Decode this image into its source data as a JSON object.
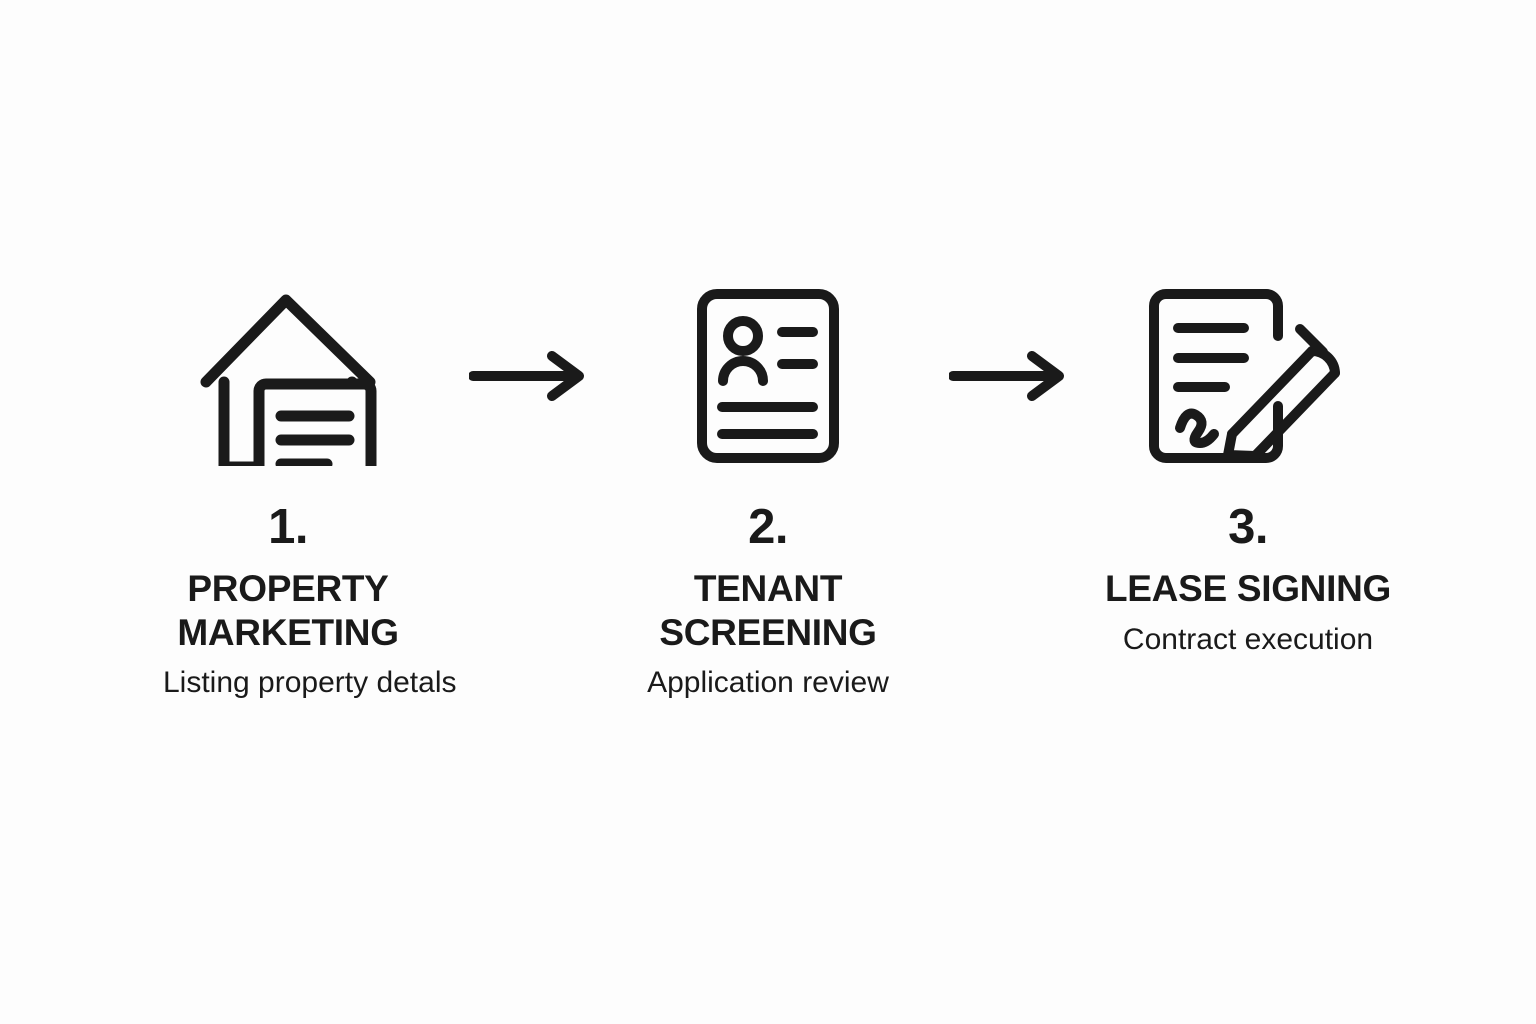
{
  "diagram": {
    "title": "Rental process three step flow",
    "background_color": "#fdfdfd",
    "ink_color": "#1a1a1a",
    "steps": [
      {
        "number": "1.",
        "title": "PROPERTY\nMARKETING",
        "description": "Listing property detals",
        "icon": "house-with-document-icon"
      },
      {
        "number": "2.",
        "title": "TENANT\nSCREENING",
        "description": "Application review",
        "icon": "id-document-person-icon"
      },
      {
        "number": "3.",
        "title": "LEASE SIGNING",
        "description": "Contract execution",
        "icon": "document-with-pencil-icon"
      }
    ],
    "connectors": [
      {
        "icon": "arrow-right-icon"
      },
      {
        "icon": "arrow-right-icon"
      }
    ]
  }
}
